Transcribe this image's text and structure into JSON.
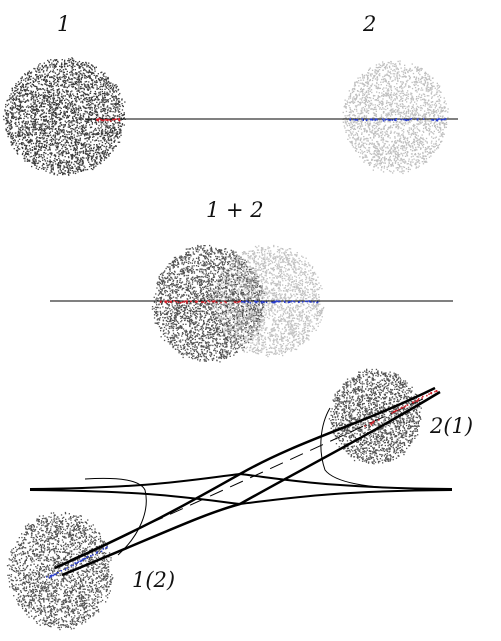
{
  "panels": {
    "top": {
      "left_label": "1",
      "right_label": "2"
    },
    "middle": {
      "label": "1 + 2"
    },
    "bottom": {
      "upper_right_label": "2(1)",
      "lower_left_label": "1(2)"
    }
  },
  "colors": {
    "dark_cloud": "#1a1a1a",
    "light_cloud": "#b4b4b4",
    "axis_line": "#000000",
    "accent_red": "#d2202a",
    "accent_blue": "#2a3fd0"
  }
}
